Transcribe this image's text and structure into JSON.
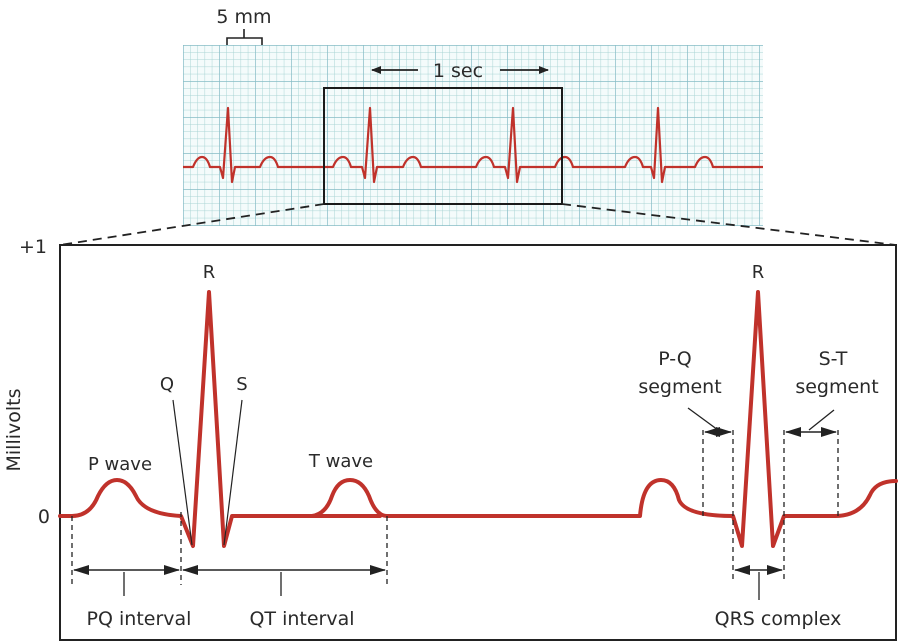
{
  "strip": {
    "scale_label": "5 mm",
    "time_label": "1 sec",
    "grid_color_minor": "#a8d4d4",
    "grid_color_major": "#8fc3cc",
    "trace_color": "#c0322b"
  },
  "axis": {
    "ylabel": "Millivolts",
    "y_top_tick": "+1",
    "y_zero_tick": "0"
  },
  "waves": {
    "r_left": "R",
    "q": "Q",
    "s": "S",
    "p_wave": "P wave",
    "t_wave": "T wave",
    "r_right": "R"
  },
  "segments": {
    "pq_segment_line1": "P-Q",
    "pq_segment_line2": "segment",
    "st_segment_line1": "S-T",
    "st_segment_line2": "segment"
  },
  "intervals": {
    "pq_interval": "PQ interval",
    "qt_interval": "QT interval",
    "qrs_complex": "QRS complex"
  },
  "colors": {
    "trace": "#c0322b",
    "ink": "#222222",
    "grid_bg": "#eef8f8"
  }
}
